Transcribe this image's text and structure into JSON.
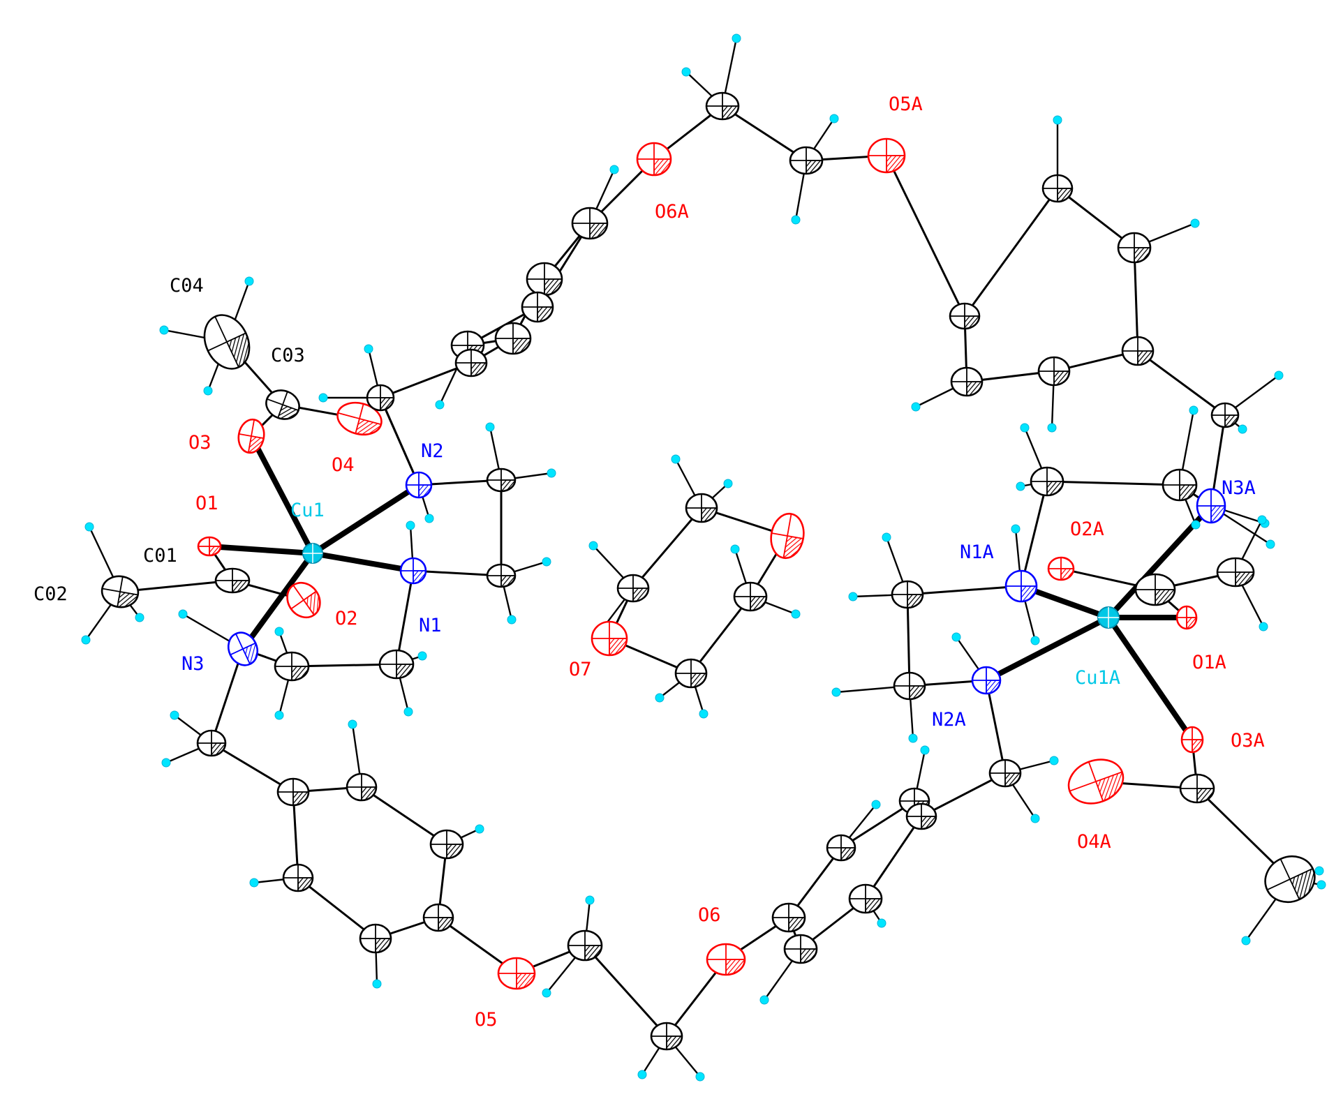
{
  "colors": {
    "carbon": "#000000",
    "oxygen": "#ff0000",
    "nitrogen": "#0000ff",
    "copper": "#00c8e6",
    "hydrogen": "#00e5ff"
  },
  "labels": {
    "C04": "C04",
    "C03": "C03",
    "O3": "O3",
    "O4": "O4",
    "N2": "N2",
    "Cu1": "Cu1",
    "O1": "O1",
    "C01": "C01",
    "C02": "C02",
    "O2": "O2",
    "N1": "N1",
    "N3": "N3",
    "O5": "O5",
    "O6": "O6",
    "O7": "O7",
    "O6A": "O6A",
    "O5A": "O5A",
    "O2A": "O2A",
    "N1A": "N1A",
    "N3A": "N3A",
    "Cu1A": "Cu1A",
    "O1A": "O1A",
    "N2A": "N2A",
    "O3A": "O3A",
    "O4A": "O4A"
  }
}
